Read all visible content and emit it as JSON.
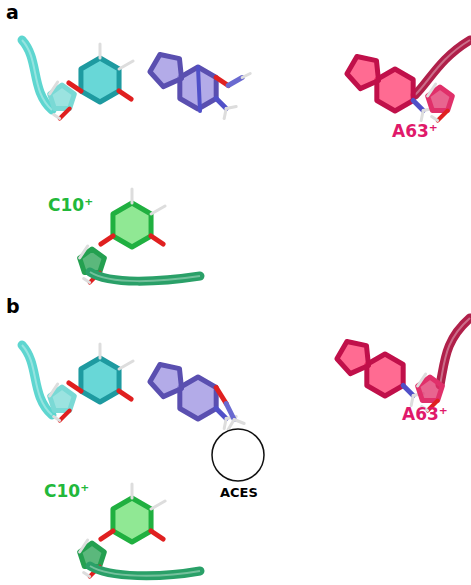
{
  "diagram": {
    "labels": [
      "a",
      "A63⁺",
      "C10⁺",
      "b",
      "A63⁺",
      "C10⁺",
      "ACES"
    ]
  }
}
